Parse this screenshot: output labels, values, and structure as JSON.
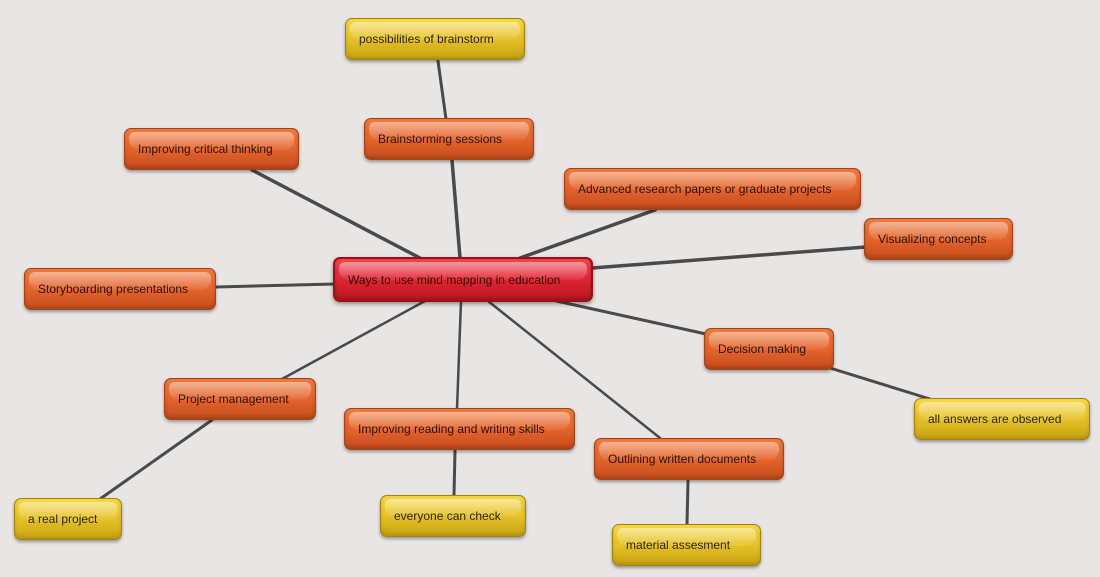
{
  "center": {
    "label": "Ways to use mind mapping in education"
  },
  "branches": {
    "brainstorming": {
      "label": "Brainstorming sessions",
      "child": "possibilities of brainstorm"
    },
    "critical": {
      "label": "Improving critical thinking"
    },
    "research": {
      "label": "Advanced research papers or graduate projects"
    },
    "visualizing": {
      "label": "Visualizing concepts"
    },
    "storyboarding": {
      "label": "Storyboarding presentations"
    },
    "decision": {
      "label": "Decision making",
      "child": "all answers are observed"
    },
    "project": {
      "label": "Project management",
      "child": "a real project"
    },
    "reading": {
      "label": "Improving reading and writing skills",
      "child": "everyone can check"
    },
    "outlining": {
      "label": "Outlining written documents",
      "child": "material assesment"
    }
  },
  "colors": {
    "main_topic": "#dc2430",
    "subtopic": "#e2622a",
    "leaf": "#e3bf25",
    "connector": "#4a4a4a",
    "background": "#e8e6e4"
  }
}
